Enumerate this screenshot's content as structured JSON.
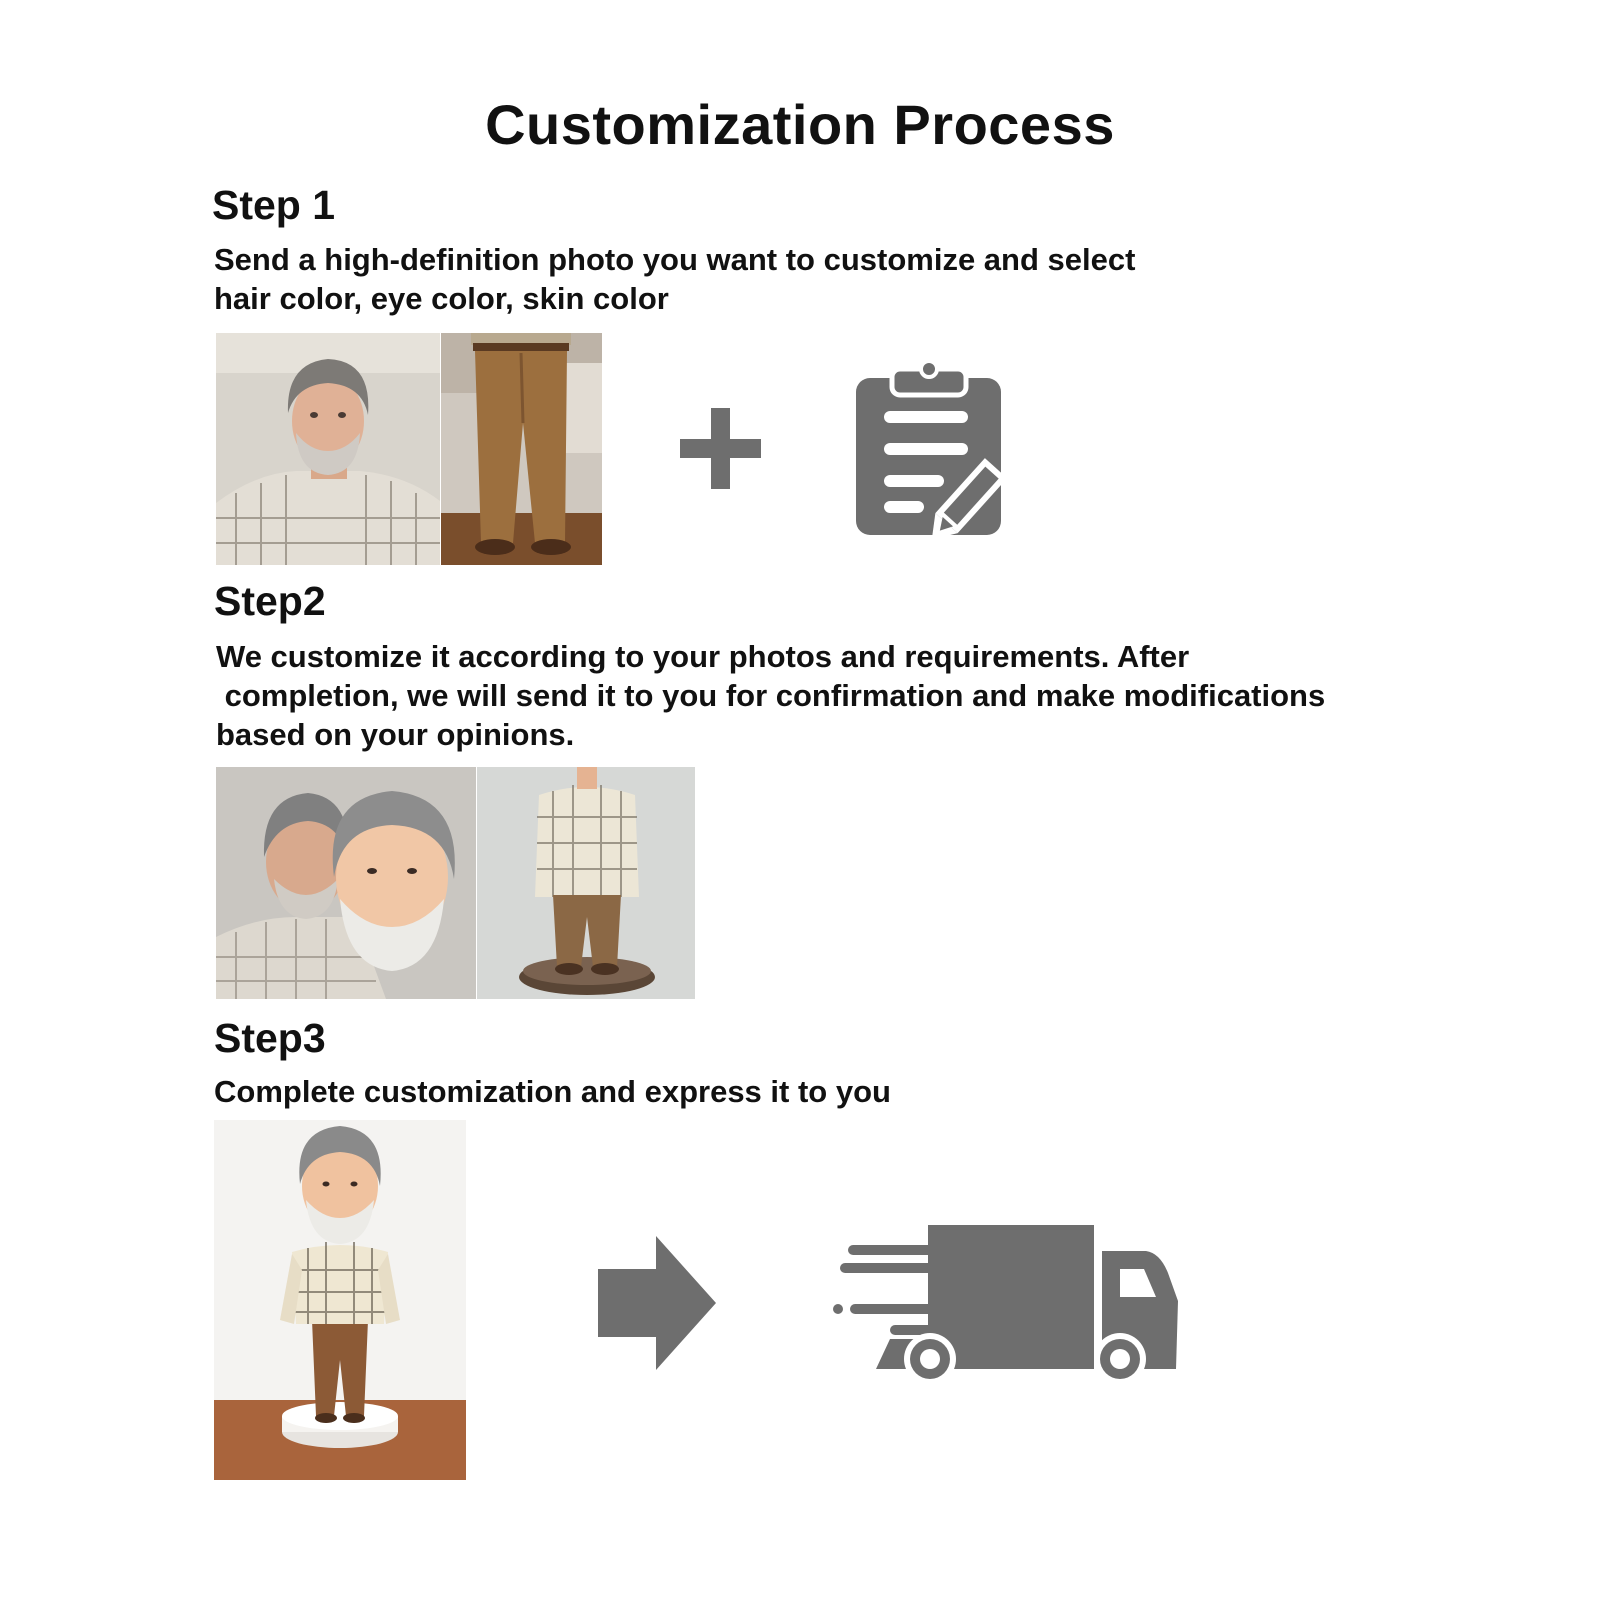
{
  "title": "Customization Process",
  "steps": [
    {
      "heading": "Step 1",
      "lines": [
        "Send a high-definition photo you want to customize and select",
        "hair color, eye color, skin color"
      ]
    },
    {
      "heading": "Step2",
      "lines": [
        "We customize it according to your photos and requirements. After",
        " completion, we will send it to you for confirmation and make modifications",
        "based on your opinions."
      ]
    },
    {
      "heading": "Step3",
      "lines": [
        "Complete customization and express it to you"
      ]
    }
  ],
  "icons": {
    "plus": "plus-icon",
    "clipboard": "clipboard-edit-icon",
    "arrow": "arrow-right-icon",
    "truck": "delivery-truck-icon"
  },
  "colors": {
    "icon_gray": "#6e6e6e",
    "text": "#111111"
  }
}
